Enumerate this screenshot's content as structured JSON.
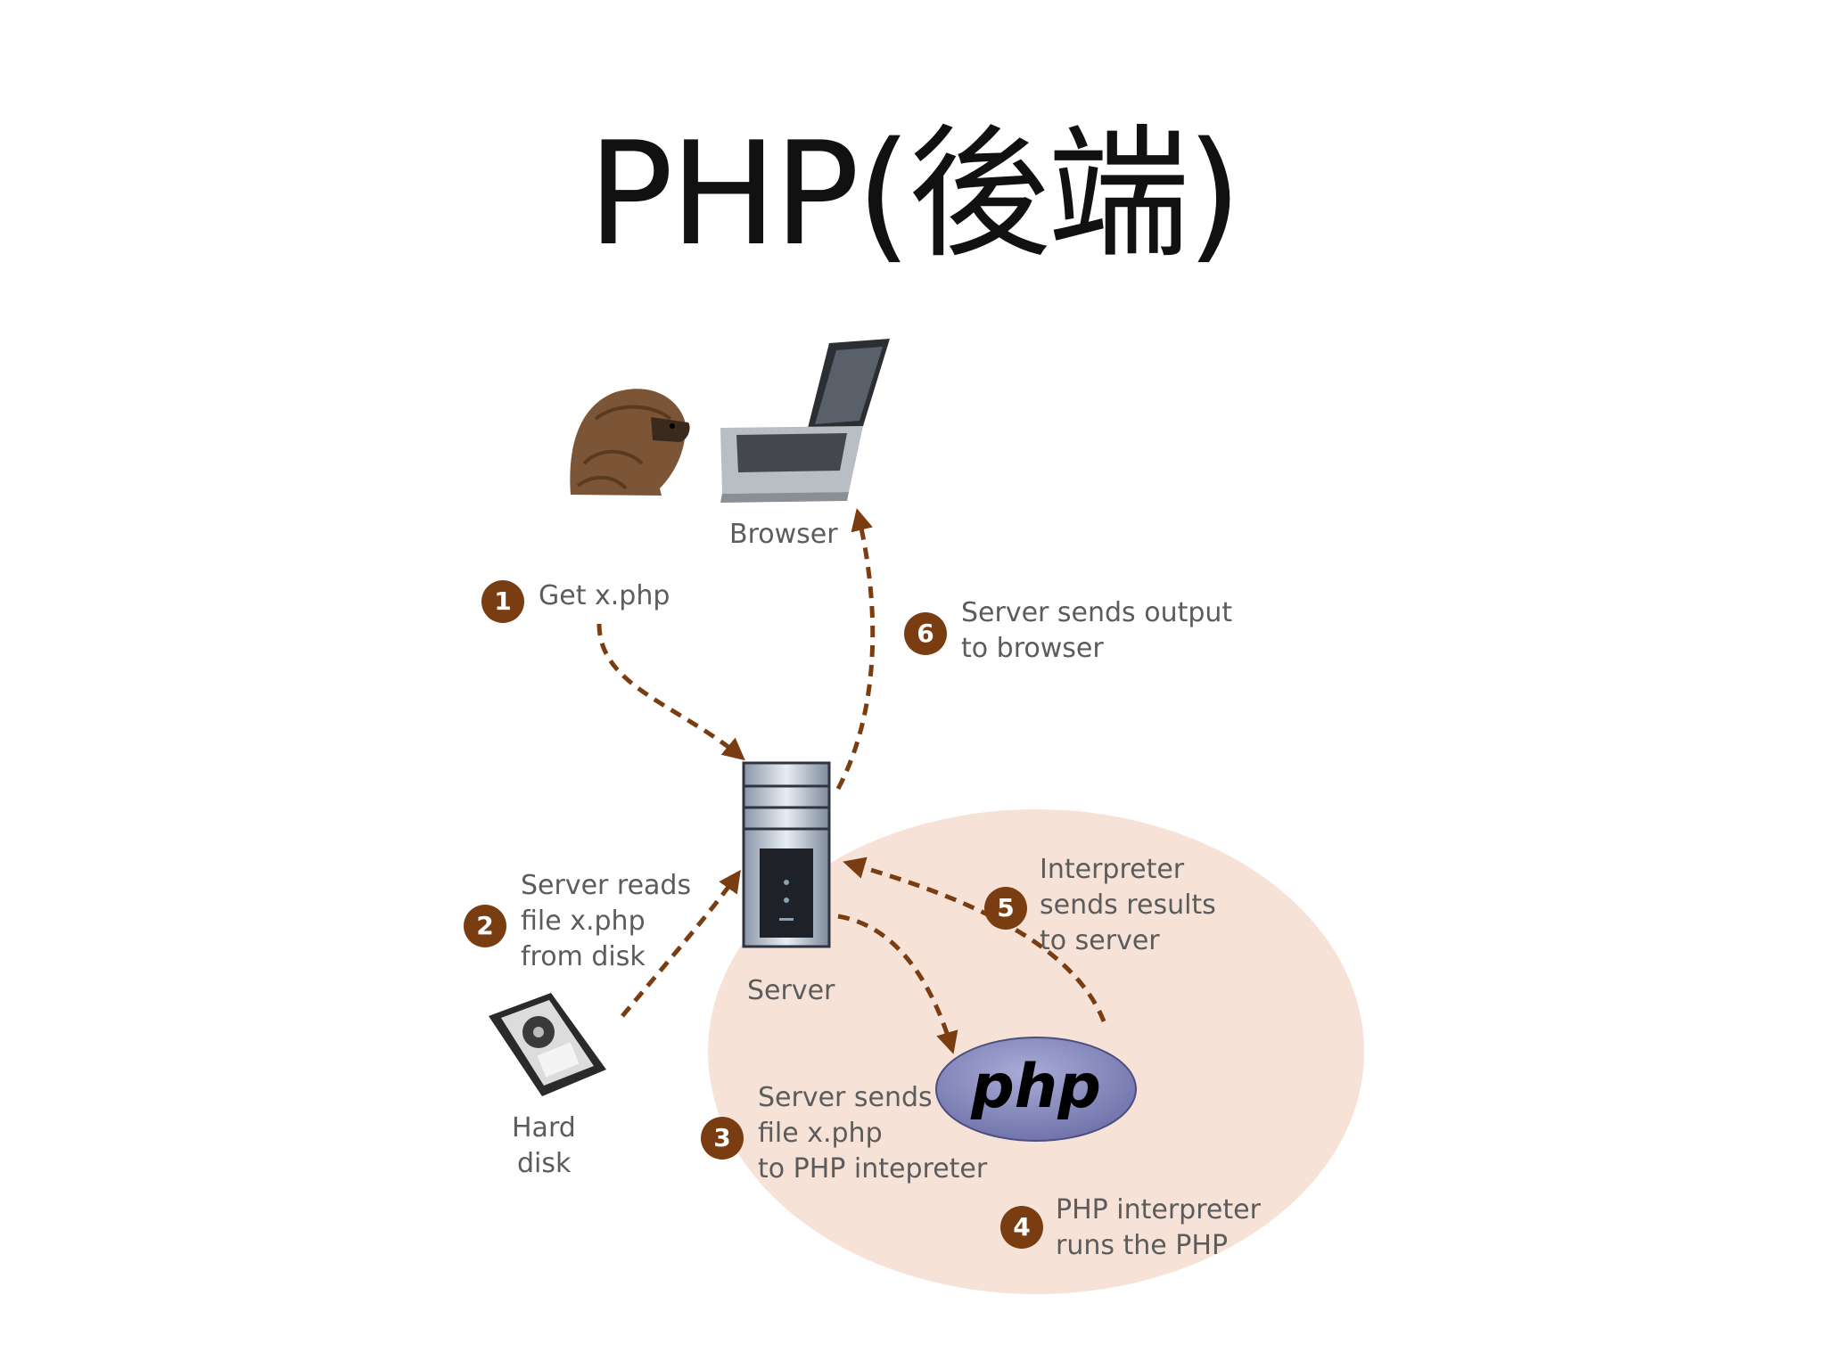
{
  "title": "PHP(後端)",
  "nodes": {
    "browser": "Browser",
    "server": "Server",
    "hard_disk": [
      "Hard",
      "disk"
    ],
    "php_logo": "php"
  },
  "steps": [
    {
      "number": "1",
      "lines": [
        "Get x.php"
      ]
    },
    {
      "number": "2",
      "lines": [
        "Server reads",
        "file x.php",
        "from disk"
      ]
    },
    {
      "number": "3",
      "lines": [
        "Server sends",
        "file x.php",
        "to PHP intepreter"
      ]
    },
    {
      "number": "4",
      "lines": [
        "PHP interpreter",
        "runs the PHP"
      ]
    },
    {
      "number": "5",
      "lines": [
        "Interpreter",
        "sends results",
        "to server"
      ]
    },
    {
      "number": "6",
      "lines": [
        "Server sends output",
        "to browser"
      ]
    }
  ],
  "colors": {
    "step_badge": "#7a3d12",
    "arrow": "#7a3d12",
    "php_zone": "#f7e2d8",
    "php_logo_fill": "#7b7fb5"
  }
}
